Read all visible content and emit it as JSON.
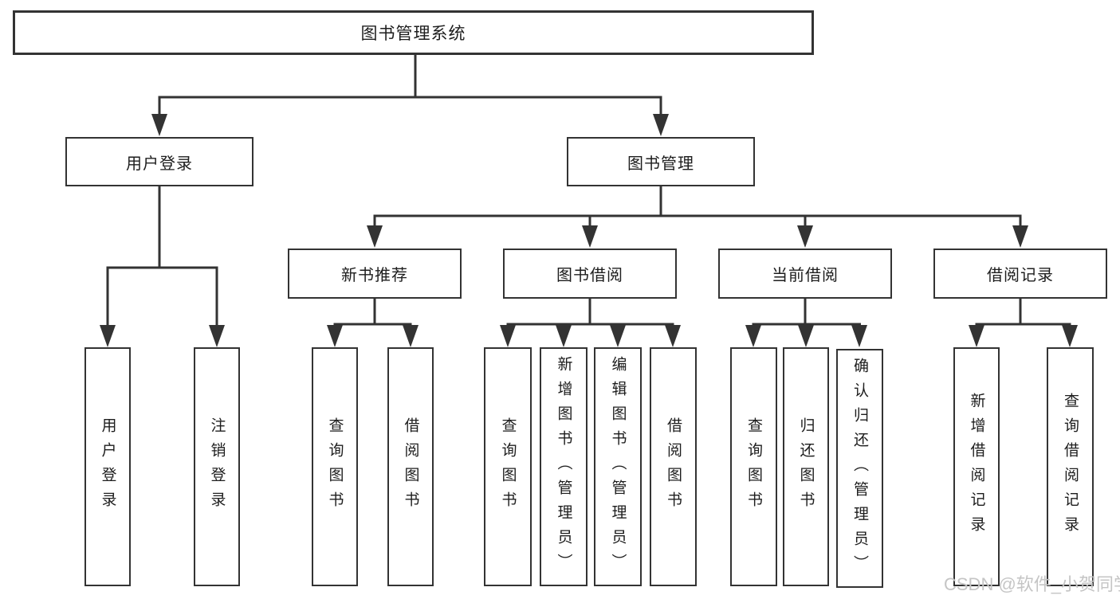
{
  "diagram_title": "图书管理系统",
  "watermark": {
    "text": "CSDN @软件_小贺同学"
  },
  "colors": {
    "line": "#333333",
    "box_border": "#333333",
    "text": "#1d1d1d",
    "background": "#ffffff",
    "watermark": "#c5c5c5"
  },
  "tree": {
    "root": {
      "label": "图书管理系统"
    },
    "branches": {
      "user_login": {
        "label": "用户登录",
        "children": [
          {
            "label": "用户登录"
          },
          {
            "label": "注销登录"
          }
        ]
      },
      "book_mgmt": {
        "label": "图书管理",
        "children": [
          {
            "label": "新书推荐",
            "children": [
              {
                "label": "查询图书"
              },
              {
                "label": "借阅图书"
              }
            ]
          },
          {
            "label": "图书借阅",
            "children": [
              {
                "label": "查询图书"
              },
              {
                "label": "新增图书（管理员）"
              },
              {
                "label": "编辑图书（管理员）"
              },
              {
                "label": "借阅图书"
              }
            ]
          },
          {
            "label": "当前借阅",
            "children": [
              {
                "label": "查询图书"
              },
              {
                "label": "归还图书"
              },
              {
                "label": "确认归还（管理员）"
              }
            ]
          },
          {
            "label": "借阅记录",
            "children": [
              {
                "label": "新增借阅记录"
              },
              {
                "label": "查询借阅记录"
              }
            ]
          }
        ]
      }
    }
  }
}
